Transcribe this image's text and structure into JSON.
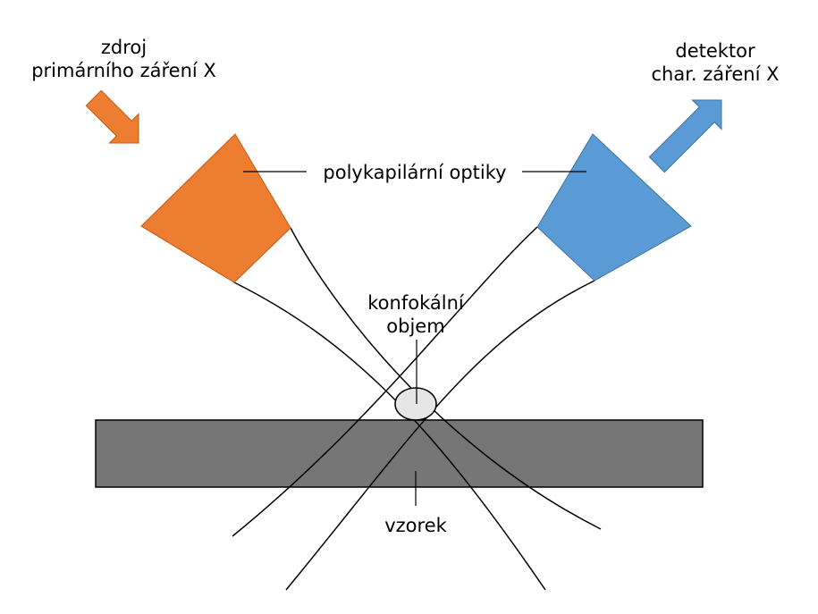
{
  "labels": {
    "source_line1": "zdroj",
    "source_line2": "primárního záření X",
    "detector_line1": "detektor",
    "detector_line2": "char. záření X",
    "optics": "polykapilární optiky",
    "confocal_line1": "konfokální",
    "confocal_line2": "objem",
    "sample": "vzorek"
  },
  "colors": {
    "source_optic": "#ED7D31",
    "detector_optic": "#5B9BD5",
    "sample": "#767676",
    "confocal_volume": "#E6E6E6",
    "line": "#000000"
  }
}
